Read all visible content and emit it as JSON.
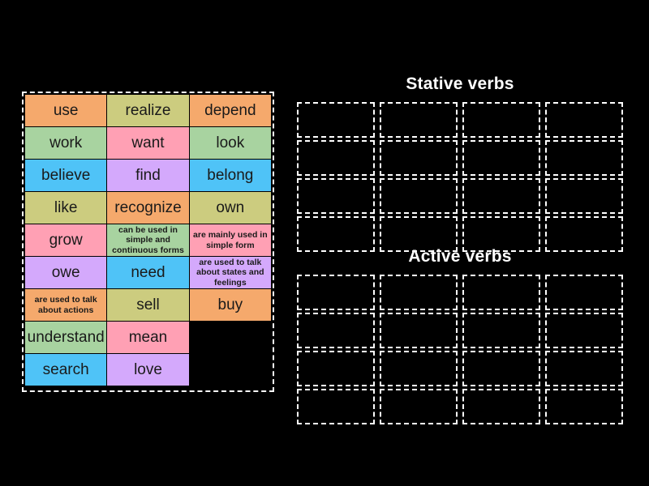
{
  "page": {
    "background_color": "#000000",
    "type": "drag-and-drop-sorting-activity"
  },
  "colors": {
    "orange": "#F5A96C",
    "green": "#A8D3A0",
    "blue": "#4FC3F7",
    "khaki": "#CCCC7F",
    "pink": "#FFA0B4",
    "purple": "#D4A9FC",
    "outline": "#FFFFFF",
    "text_dark": "#1A1A1A"
  },
  "word_bank": {
    "name": "word-bank",
    "columns": 3,
    "rows": 9,
    "tiles": [
      {
        "label": "use",
        "color": "#F5A96C",
        "multiline": false
      },
      {
        "label": "realize",
        "color": "#CCCC7F",
        "multiline": false
      },
      {
        "label": "depend",
        "color": "#F5A96C",
        "multiline": false
      },
      {
        "label": "work",
        "color": "#A8D3A0",
        "multiline": false
      },
      {
        "label": "want",
        "color": "#FFA0B4",
        "multiline": false
      },
      {
        "label": "look",
        "color": "#A8D3A0",
        "multiline": false
      },
      {
        "label": "believe",
        "color": "#4FC3F7",
        "multiline": false
      },
      {
        "label": "find",
        "color": "#D4A9FC",
        "multiline": false
      },
      {
        "label": "belong",
        "color": "#4FC3F7",
        "multiline": false
      },
      {
        "label": "like",
        "color": "#CCCC7F",
        "multiline": false
      },
      {
        "label": "recognize",
        "color": "#F5A96C",
        "multiline": false
      },
      {
        "label": "own",
        "color": "#CCCC7F",
        "multiline": false
      },
      {
        "label": "grow",
        "color": "#FFA0B4",
        "multiline": false
      },
      {
        "label": "can be used in simple and continuous forms",
        "color": "#A8D3A0",
        "multiline": true
      },
      {
        "label": "are mainly used in simple form",
        "color": "#FFA0B4",
        "multiline": true
      },
      {
        "label": "owe",
        "color": "#D4A9FC",
        "multiline": false
      },
      {
        "label": "need",
        "color": "#4FC3F7",
        "multiline": false
      },
      {
        "label": "are used to talk about states and feelings",
        "color": "#D4A9FC",
        "multiline": true
      },
      {
        "label": "are used to talk about actions",
        "color": "#F5A96C",
        "multiline": true
      },
      {
        "label": "sell",
        "color": "#CCCC7F",
        "multiline": false
      },
      {
        "label": "buy",
        "color": "#F5A96C",
        "multiline": false
      },
      {
        "label": "understand",
        "color": "#A8D3A0",
        "multiline": false
      },
      {
        "label": "mean",
        "color": "#FFA0B4",
        "multiline": false
      },
      {
        "label": "",
        "color": "transparent",
        "multiline": false,
        "blank": true
      },
      {
        "label": "search",
        "color": "#4FC3F7",
        "multiline": false
      },
      {
        "label": "love",
        "color": "#D4A9FC",
        "multiline": false
      },
      {
        "label": "",
        "color": "transparent",
        "multiline": false,
        "blank": true
      }
    ]
  },
  "drop_sections": [
    {
      "id": "stative",
      "title": "Stative verbs",
      "columns": 4,
      "rows": 4,
      "zone_count": 16
    },
    {
      "id": "active",
      "title": "Active verbs",
      "columns": 4,
      "rows": 4,
      "zone_count": 16
    }
  ]
}
